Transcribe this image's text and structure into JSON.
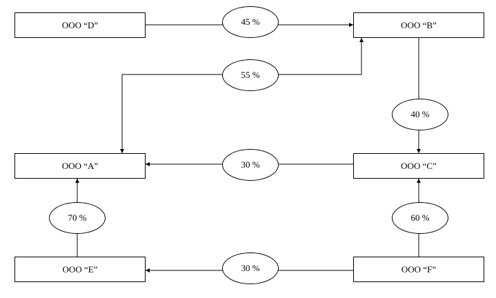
{
  "entities": {
    "a": "ООО “A”",
    "b": "ООО “B”",
    "c": "ООО “C”",
    "d": "ООО “D”",
    "e": "ООО “E”",
    "f": "ООО “F”"
  },
  "links": {
    "d_to_b": "45 %",
    "a_to_b": "55 %",
    "b_to_c": "40 %",
    "c_to_a": "30 %",
    "e_to_a": "70 %",
    "f_to_c": "60 %",
    "f_to_e": "30 %"
  }
}
